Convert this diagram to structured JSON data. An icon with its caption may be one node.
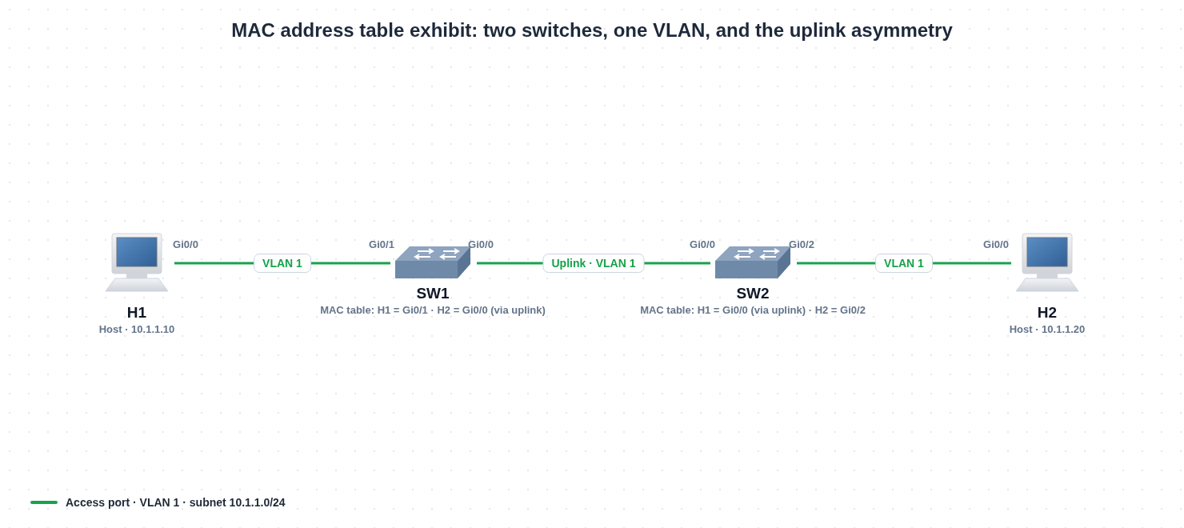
{
  "diagram": {
    "title": "MAC address table exhibit: two switches, one VLAN, and the uplink asymmetry",
    "nodes": [
      {
        "text": [
          "H1",
          "Host · 10.1.1.10"
        ]
      },
      {
        "text": [
          "SW1",
          "MAC table: H1 = Gi0/1 · H2 = Gi0/0 (via uplink)"
        ]
      },
      {
        "text": [
          "SW2",
          "MAC table: H1 = Gi0/0 (via uplink) · H2 = Gi0/2"
        ]
      },
      {
        "text": [
          "H2",
          "Host · 10.1.1.20"
        ]
      }
    ],
    "edges": [
      {
        "from": 0,
        "to": 1,
        "arrow": "none",
        "label": "VLAN 1"
      },
      {
        "from": 1,
        "to": 2,
        "arrow": "none",
        "label": "Uplink · VLAN 1"
      },
      {
        "from": 2,
        "to": 3,
        "arrow": "none",
        "label": "VLAN 1"
      }
    ],
    "labels": [
      "Gi0/0",
      "Gi0/1",
      "Gi0/0",
      "Gi0/0",
      "Gi0/2",
      "Gi0/0"
    ],
    "legend": [
      {
        "text": "Access port · VLAN 1 · subnet 10.1.1.0/24"
      }
    ]
  }
}
